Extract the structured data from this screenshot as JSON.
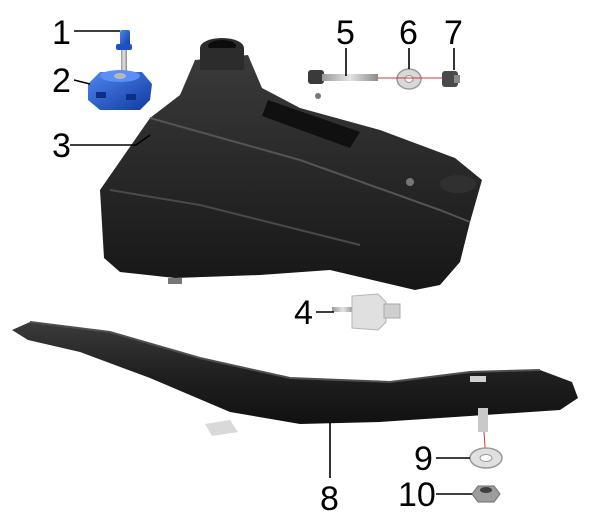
{
  "callouts": [
    {
      "number": "1",
      "part": "fuel-cap-vent-valve"
    },
    {
      "number": "2",
      "part": "fuel-cap"
    },
    {
      "number": "3",
      "part": "fuel-tank"
    },
    {
      "number": "4",
      "part": "fuel-valve"
    },
    {
      "number": "5",
      "part": "bolt"
    },
    {
      "number": "6",
      "part": "washer"
    },
    {
      "number": "7",
      "part": "bolt"
    },
    {
      "number": "8",
      "part": "seat"
    },
    {
      "number": "9",
      "part": "washer"
    },
    {
      "number": "10",
      "part": "nut"
    }
  ],
  "colors": {
    "cap": "#1b52c9",
    "tank": "#242424",
    "seat": "#1d1d1d",
    "leader_line": "#000000",
    "assembly_line": "#d9342b"
  }
}
